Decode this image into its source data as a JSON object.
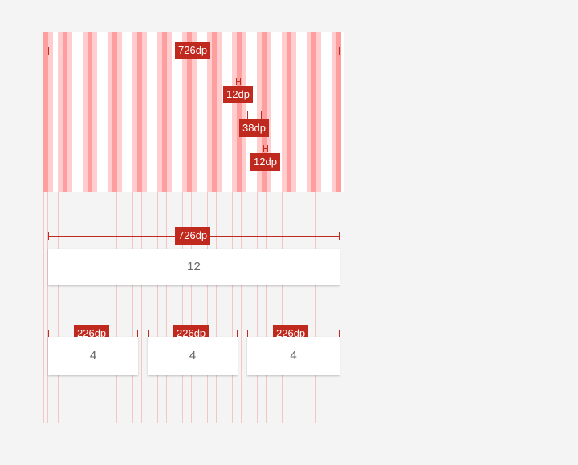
{
  "top_grid": {
    "total_width_label": "726dp",
    "gutter_label_1": "12dp",
    "column_label": "38dp",
    "gutter_label_2": "12dp"
  },
  "full_row": {
    "width_label": "726dp",
    "span_text": "12"
  },
  "third_row": {
    "cells": [
      {
        "width_label": "226dp",
        "span_text": "4"
      },
      {
        "width_label": "226dp",
        "span_text": "4"
      },
      {
        "width_label": "226dp",
        "span_text": "4"
      }
    ]
  },
  "colors": {
    "accent": "#c0291e",
    "column_dark": "#ff9e9e",
    "column_light": "#ffcdcd",
    "background": "#f4f4f4"
  }
}
